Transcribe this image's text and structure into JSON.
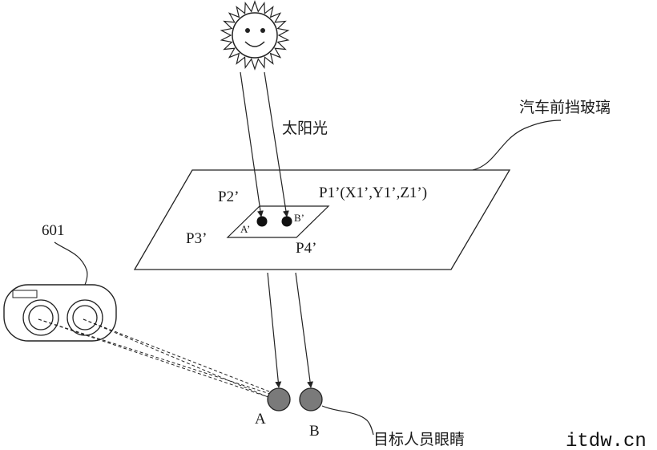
{
  "labels": {
    "sunlight": "太阳光",
    "windshield": "汽车前挡玻璃",
    "camera": "601",
    "p1": "P1’(X1’,Y1’,Z1’)",
    "p2": "P2’",
    "p3": "P3’",
    "p4": "P4’",
    "a_prime": "A’",
    "b_prime": "B’",
    "eye_a": "A",
    "eye_b": "B",
    "eyes": "目标人员眼睛",
    "watermark": "itdw.cn"
  },
  "colors": {
    "line": "#222222",
    "eye_fill": "#7a7a7a",
    "dot_fill": "#111111"
  },
  "icons": [
    "sun-icon",
    "camera-icon"
  ]
}
